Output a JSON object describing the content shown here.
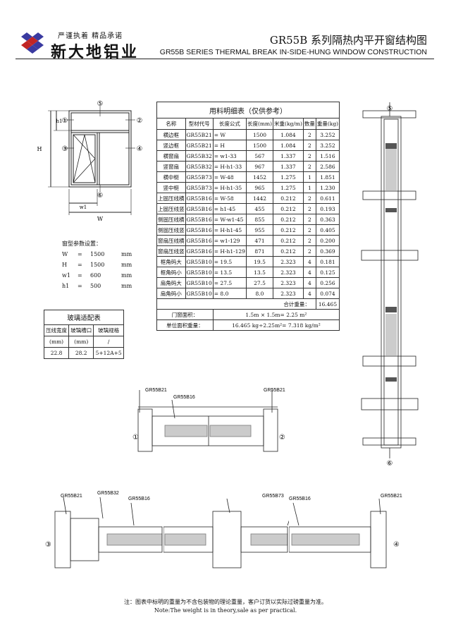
{
  "header": {
    "slogan": "严谨执着  精品承诺",
    "company": "新大地铝业",
    "title_cn": "GR55B 系列隔热内平开窗结构图",
    "title_en": "GR55B   SERIES THERMAL BREAK IN-SIDE-HUNG WINDOW CONSTRUCTION"
  },
  "elevation": {
    "markers": [
      "①",
      "②",
      "③",
      "④",
      "⑤",
      "⑥"
    ],
    "dims": {
      "H": "H",
      "W": "W",
      "h1": "h1",
      "w1": "w1"
    }
  },
  "params": {
    "title": "窗型参数设置：",
    "rows": [
      {
        "k": "W",
        "eq": "=",
        "v": "1500",
        "u": "mm"
      },
      {
        "k": "H",
        "eq": "=",
        "v": "1500",
        "u": "mm"
      },
      {
        "k": "w1",
        "eq": "=",
        "v": "600",
        "u": "mm"
      },
      {
        "k": "h1",
        "eq": "=",
        "v": "500",
        "u": "mm"
      }
    ]
  },
  "glass_table": {
    "title": "玻璃适配表",
    "headers": [
      "压线宽度\n(mm)",
      "玻璃槽口\n(mm)",
      "玻璃规格\n/"
    ],
    "h1": [
      "压线宽度",
      "玻璃槽口",
      "玻璃规格"
    ],
    "h2": [
      "(mm)",
      "(mm)",
      "/"
    ],
    "row": [
      "22.8",
      "28.2",
      "5+12A+5"
    ]
  },
  "material_table": {
    "title": "用料明细表（仅供参考）",
    "headers": [
      "名称",
      "型材代号",
      "长度公式",
      "长度(mm)",
      "米重(kg/m)",
      "数量",
      "重量(kg)"
    ],
    "rows": [
      [
        "横边框",
        "GR55B21",
        "= W",
        "1500",
        "1.084",
        "2",
        "3.252"
      ],
      [
        "竖边框",
        "GR55B21",
        "= H",
        "1500",
        "1.084",
        "2",
        "3.252"
      ],
      [
        "横窗扇",
        "GR55B32",
        "= w1-33",
        "567",
        "1.337",
        "2",
        "1.516"
      ],
      [
        "竖窗扇",
        "GR55B32",
        "= H-h1-33",
        "967",
        "1.337",
        "2",
        "2.586"
      ],
      [
        "横中梃",
        "GR55B73",
        "= W-48",
        "1452",
        "1.275",
        "1",
        "1.851"
      ],
      [
        "竖中梃",
        "GR55B73",
        "= H-h1-35",
        "965",
        "1.275",
        "1",
        "1.230"
      ],
      [
        "上固压线横",
        "GR55B16",
        "= W-58",
        "1442",
        "0.212",
        "2",
        "0.611"
      ],
      [
        "上固压线竖",
        "GR55B16",
        "= h1-45",
        "455",
        "0.212",
        "2",
        "0.193"
      ],
      [
        "侧固压线横",
        "GR55B16",
        "= W-w1-45",
        "855",
        "0.212",
        "2",
        "0.363"
      ],
      [
        "侧固压线竖",
        "GR55B16",
        "= H-h1-45",
        "955",
        "0.212",
        "2",
        "0.405"
      ],
      [
        "窗扇压线横",
        "GR55B16",
        "= w1-129",
        "471",
        "0.212",
        "2",
        "0.200"
      ],
      [
        "窗扇压线竖",
        "GR55B16",
        "= H-h1-129",
        "871",
        "0.212",
        "2",
        "0.369"
      ],
      [
        "框角码大",
        "GR55B10",
        "= 19.5",
        "19.5",
        "2.323",
        "4",
        "0.181"
      ],
      [
        "框角码小",
        "GR55B10",
        "= 13.5",
        "13.5",
        "2.323",
        "4",
        "0.125"
      ],
      [
        "扇角码大",
        "GR55B10",
        "= 27.5",
        "27.5",
        "2.323",
        "4",
        "0.256"
      ],
      [
        "扇角码小",
        "GR55B10",
        "= 8.0",
        "8.0",
        "2.323",
        "4",
        "0.074"
      ]
    ],
    "total_label": "合计重量：",
    "total_value": "16.465",
    "area_label": "门窗面积：",
    "area_value": "1.5m × 1.5m= 2.25 m²",
    "unit_label": "单位面积重量：",
    "unit_value": "16.465 kg÷2.25m²= 7.318 kg/m²"
  },
  "sections": {
    "labels": [
      "GR55B21",
      "GR55B16",
      "GR55B21",
      "GR55B21",
      "GR55B32",
      "GR55B16",
      "GR55B73",
      "GR55B16",
      "GR55B21"
    ]
  },
  "footer": {
    "note_cn": "注：图表中标明的重量为不含包装物的理论重量，客户订货以实际过磅重量为准。",
    "note_en": "Note:The weight is in theory,sale as per practical."
  }
}
